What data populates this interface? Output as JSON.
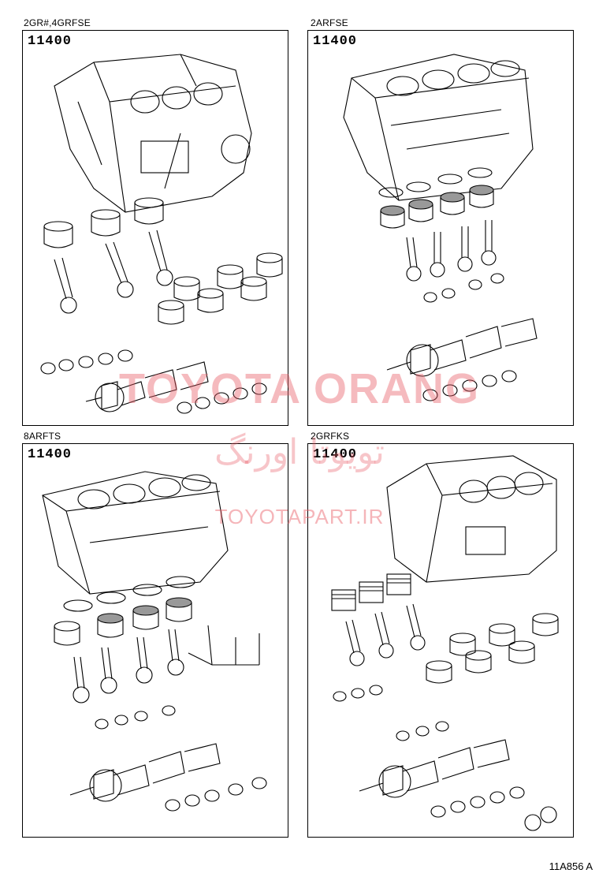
{
  "panels": [
    {
      "variant": "2GR#,4GRFSE",
      "part_number": "11400"
    },
    {
      "variant": "2ARFSE",
      "part_number": "11400"
    },
    {
      "variant": "8ARFTS",
      "part_number": "11400"
    },
    {
      "variant": "2GRFKS",
      "part_number": "11400"
    }
  ],
  "watermark": {
    "brand": "TOYOTA ORANG",
    "brand_fa": "تویوتا اورنگ",
    "url": "TOYOTAPART.IR",
    "color": "#e85a64"
  },
  "figure_code": "11A856 A"
}
